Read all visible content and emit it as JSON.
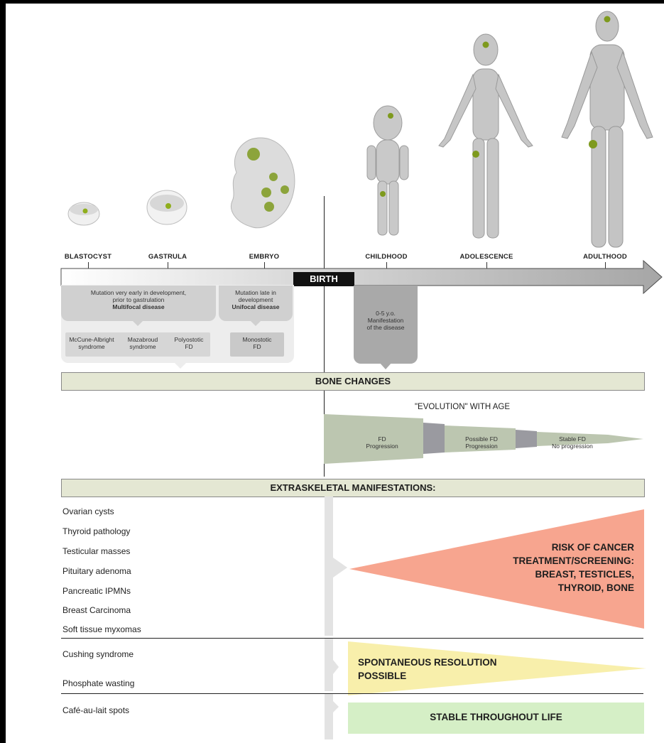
{
  "timeline": {
    "stages": [
      "BLASTOCYST",
      "GASTRULA",
      "EMBRYO",
      "CHILDHOOD",
      "ADOLESCENCE",
      "ADULTHOOD"
    ],
    "birth_label": "BIRTH"
  },
  "prenatal": {
    "early_mutation": {
      "text_line1": "Mutation very early in development,",
      "text_line2": "prior to gastrulation",
      "title": "Multifocal disease"
    },
    "late_mutation": {
      "text_line1": "Mutation late in",
      "text_line2": "development",
      "title": "Unifocal disease"
    },
    "syndromes": [
      {
        "line1": "McCune-Albright",
        "line2": "syndrome"
      },
      {
        "line1": "Mazabroud",
        "line2": "syndrome"
      },
      {
        "line1": "Polyostotic",
        "line2": "FD"
      }
    ],
    "monostotic": {
      "line1": "Monostotic",
      "line2": "FD"
    }
  },
  "childhood_box": {
    "line1": "0-5 y.o.",
    "line2": "Manifestation",
    "line3": "of the disease"
  },
  "bone_changes": {
    "title": "BONE CHANGES",
    "evolution_title": "\"EVOLUTION\" WITH AGE",
    "phases": [
      {
        "line1": "FD",
        "line2": "Progression"
      },
      {
        "line1": "Possible FD",
        "line2": "Progression"
      },
      {
        "line1": "Stable FD",
        "line2": "No progression"
      }
    ]
  },
  "extraskeletal": {
    "title": "EXTRASKELETAL MANIFESTATIONS:",
    "group1": [
      "Ovarian cysts",
      "Thyroid pathology",
      "Testicular masses",
      "Pituitary adenoma",
      "Pancreatic IPMNs",
      "Breast Carcinoma",
      "Soft tissue myxomas"
    ],
    "group1_note": [
      "RISK OF CANCER",
      "TREATMENT/SCREENING:",
      "BREAST, TESTICLES,",
      "THYROID, BONE"
    ],
    "group2": [
      "Cushing syndrome",
      "Phosphate wasting"
    ],
    "group2_note": [
      "SPONTANEOUS RESOLUTION",
      "POSSIBLE"
    ],
    "group3": [
      "Café-au-lait spots"
    ],
    "group3_note": "STABLE THROUGHOUT LIFE"
  },
  "colors": {
    "band_fill": "#e4e7d3",
    "lesion_green": "#7e9a1e",
    "cancer_wedge": "#f7a58f",
    "resolution_wedge": "#f8efab",
    "stable_bar": "#d5efc6",
    "bone_phase_green": "#bcc6b0",
    "bone_phase_gray": "#9a9aa0"
  }
}
